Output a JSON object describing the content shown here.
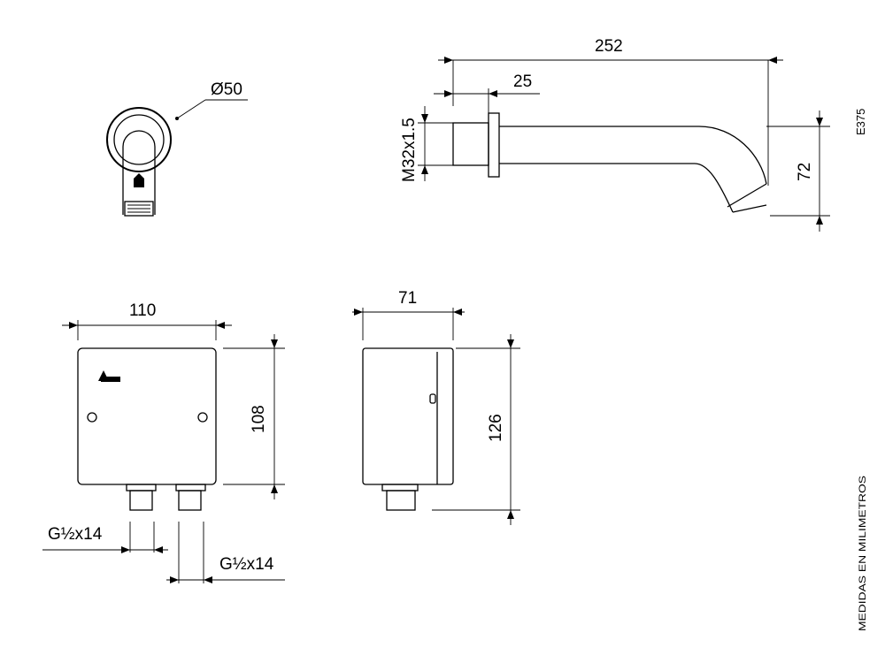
{
  "drawing": {
    "code": "E375",
    "units_note": "MEDIDAS EN MILIMETROS",
    "spout_front": {
      "diameter": "Ø50"
    },
    "spout_side": {
      "length": "252",
      "flange": "25",
      "thread": "M32x1.5",
      "height": "72"
    },
    "box_front": {
      "width": "110",
      "height": "108",
      "inlet_left": "G½x14",
      "inlet_right": "G½x14"
    },
    "box_side": {
      "depth": "71",
      "height": "126"
    }
  }
}
